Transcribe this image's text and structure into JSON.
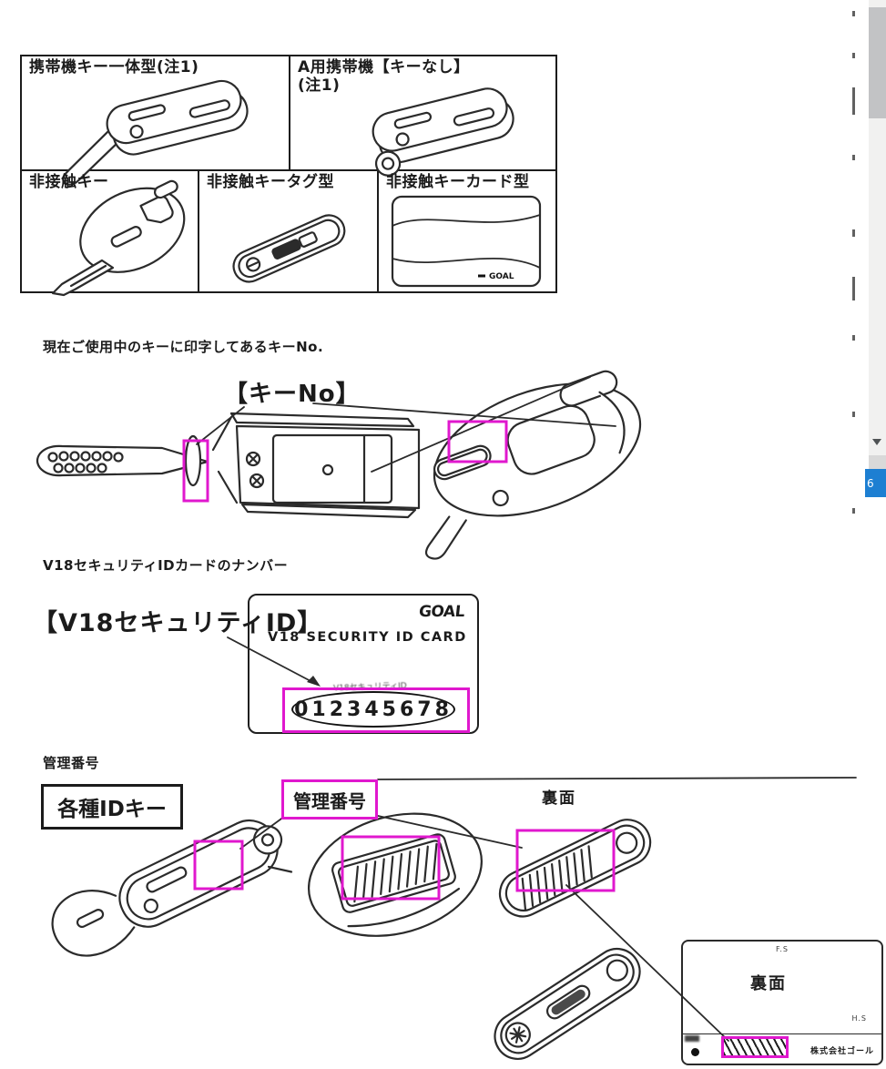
{
  "table": {
    "row1": [
      {
        "label": "携帯機キー一体型(注1)"
      },
      {
        "label": "A用携帯機【キーなし】",
        "label2": "(注1)"
      }
    ],
    "row2": [
      {
        "label": "非接触キー"
      },
      {
        "label": "非接触キータグ型"
      },
      {
        "label": "非接触キーカード型",
        "brand": "GOAL"
      }
    ]
  },
  "key_no": {
    "heading": "現在ご使用中のキーに印字してあるキーNo.",
    "callout": "【キーNo】"
  },
  "v18": {
    "heading": "V18セキュリティIDカードのナンバー",
    "callout": "【V18セキュリティID】",
    "card_brand": "GOAL",
    "card_title": "V18 SECURITY ID CARD",
    "card_sub": "V18セキュリティID",
    "card_number": "012345678"
  },
  "kanri": {
    "heading": "管理番号",
    "id_key_label": "各種IDキー",
    "label": "管理番号",
    "tag_back_label": "裏面",
    "card_back_label": "裏面",
    "card_top_text": "F.S",
    "card_mid_text": "H.S",
    "card_company": "株式会社ゴール"
  },
  "scroll": {
    "page_badge": "6"
  },
  "colors": {
    "highlight_magenta": "#e018ce",
    "badge_blue": "#1d7fd2"
  }
}
